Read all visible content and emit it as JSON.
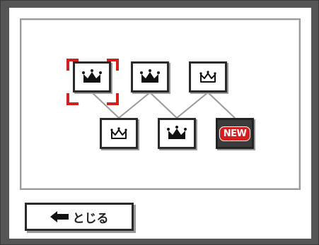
{
  "tiles": [
    {
      "id": "tile-1",
      "icon": "crown-filled-icon",
      "selected": true
    },
    {
      "id": "tile-2",
      "icon": "crown-filled-icon",
      "selected": false
    },
    {
      "id": "tile-3",
      "icon": "crown-outline-icon",
      "selected": false
    },
    {
      "id": "tile-4",
      "icon": "crown-outline-icon",
      "selected": false
    },
    {
      "id": "tile-5",
      "icon": "crown-filled-icon",
      "selected": false
    },
    {
      "id": "tile-6",
      "icon": "new-badge",
      "selected": false,
      "badge_text": "NEW"
    }
  ],
  "colors": {
    "frame": "#555555",
    "selection": "#d21f1f",
    "badge": "#d21f1f",
    "tile_border": "#2a2a2a"
  },
  "footer": {
    "close_label": "とじる",
    "close_icon": "left-arrow-icon"
  }
}
